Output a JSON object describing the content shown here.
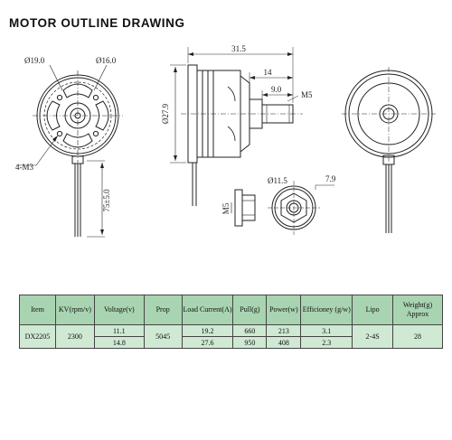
{
  "title": "MOTOR OUTLINE DRAWING",
  "dimensions": {
    "d19": "Ø19.0",
    "d16": "Ø16.0",
    "screws": "4-M3",
    "length_315": "31.5",
    "length_14": "14",
    "length_9": "9.0",
    "thread_m5": "M5",
    "d279": "Ø27.9",
    "lead_len": "75±5.0",
    "nut_d115": "Ø11.5",
    "nut_79": "7.9",
    "nut_m5": "M5"
  },
  "table": {
    "headers": [
      "Item",
      "KV(rpm/v)",
      "Voltage(v)",
      "Prop",
      "Load Current(A)",
      "Pull(g)",
      "Power(w)",
      "Efficioney (g/w)",
      "Lipo",
      "Weight(g) Approx"
    ],
    "item": "DX2205",
    "kv": "2300",
    "prop": "5045",
    "lipo": "2-4S",
    "weight": "28",
    "rows": [
      {
        "voltage": "11.1",
        "current": "19.2",
        "pull": "660",
        "power": "213",
        "efficiency": "3.1"
      },
      {
        "voltage": "14.8",
        "current": "27.6",
        "pull": "950",
        "power": "408",
        "efficiency": "2.3"
      }
    ]
  }
}
